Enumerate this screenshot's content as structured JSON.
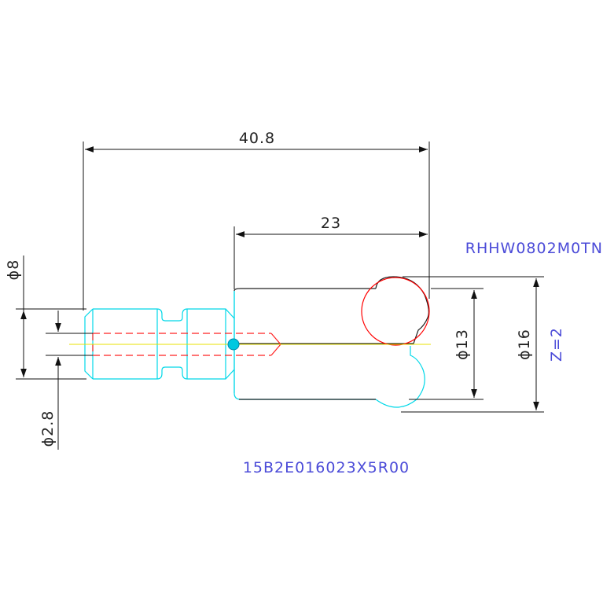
{
  "dimensions": {
    "overall_length": "40.8",
    "head_length": "23",
    "shank_diameter": "ϕ8",
    "bore_diameter": "ϕ2.8",
    "head_diameter": "ϕ13",
    "cutting_diameter": "ϕ16"
  },
  "labels": {
    "insert_code": "RHHW0802M0TN",
    "teeth_count": "Z=2",
    "part_number": "15B2E016023X5R00"
  },
  "colors": {
    "dimension": "#111111",
    "shank_outline": "#00d8e8",
    "hidden_bore": "#ff2020",
    "axis": "#e8e000",
    "insert_circle": "#ff0000",
    "text_blue": "#4b4bd8"
  }
}
